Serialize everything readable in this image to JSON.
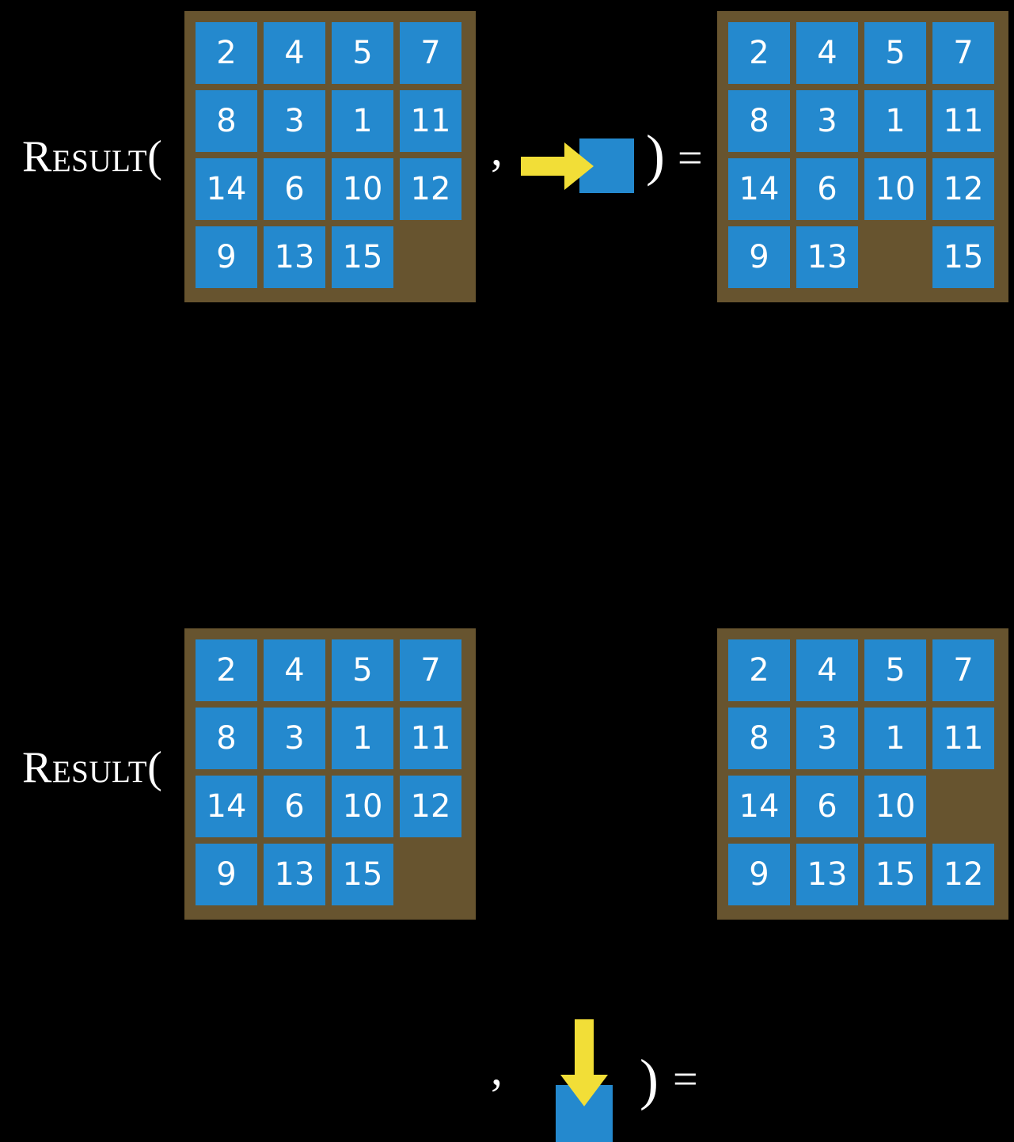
{
  "slide": {
    "background_color": "#000000",
    "label_text": "Result(",
    "comma": ",",
    "paren_close": ")",
    "equals": "=",
    "colors": {
      "tile": "#2489ce",
      "board_frame": "#67542f",
      "arrow": "#f2de37",
      "text": "#ffffff",
      "background": "#000000"
    }
  },
  "rows": [
    {
      "id": "row-1",
      "label": "Result(",
      "action": {
        "name": "move-right",
        "arrow_direction": "right",
        "arrow_color": "#f2de37",
        "tile_color": "#2489ce"
      },
      "input_board": {
        "rows": 4,
        "cols": 4,
        "cells": [
          [
            "2",
            "4",
            "5",
            "7"
          ],
          [
            "8",
            "3",
            "1",
            "11"
          ],
          [
            "14",
            "6",
            "10",
            "12"
          ],
          [
            "9",
            "13",
            "15",
            ""
          ]
        ]
      },
      "output_board": {
        "rows": 4,
        "cols": 4,
        "cells": [
          [
            "2",
            "4",
            "5",
            "7"
          ],
          [
            "8",
            "3",
            "1",
            "11"
          ],
          [
            "14",
            "6",
            "10",
            "12"
          ],
          [
            "9",
            "13",
            "",
            "15"
          ]
        ]
      }
    },
    {
      "id": "row-2",
      "label": "Result(",
      "action": {
        "name": "move-down",
        "arrow_direction": "down",
        "arrow_color": "#f2de37",
        "tile_color": "#2489ce"
      },
      "input_board": {
        "rows": 4,
        "cols": 4,
        "cells": [
          [
            "2",
            "4",
            "5",
            "7"
          ],
          [
            "8",
            "3",
            "1",
            "11"
          ],
          [
            "14",
            "6",
            "10",
            "12"
          ],
          [
            "9",
            "13",
            "15",
            ""
          ]
        ]
      },
      "output_board": {
        "rows": 4,
        "cols": 4,
        "cells": [
          [
            "2",
            "4",
            "5",
            "7"
          ],
          [
            "8",
            "3",
            "1",
            "11"
          ],
          [
            "14",
            "6",
            "10",
            ""
          ],
          [
            "9",
            "13",
            "15",
            "12"
          ]
        ]
      }
    }
  ]
}
